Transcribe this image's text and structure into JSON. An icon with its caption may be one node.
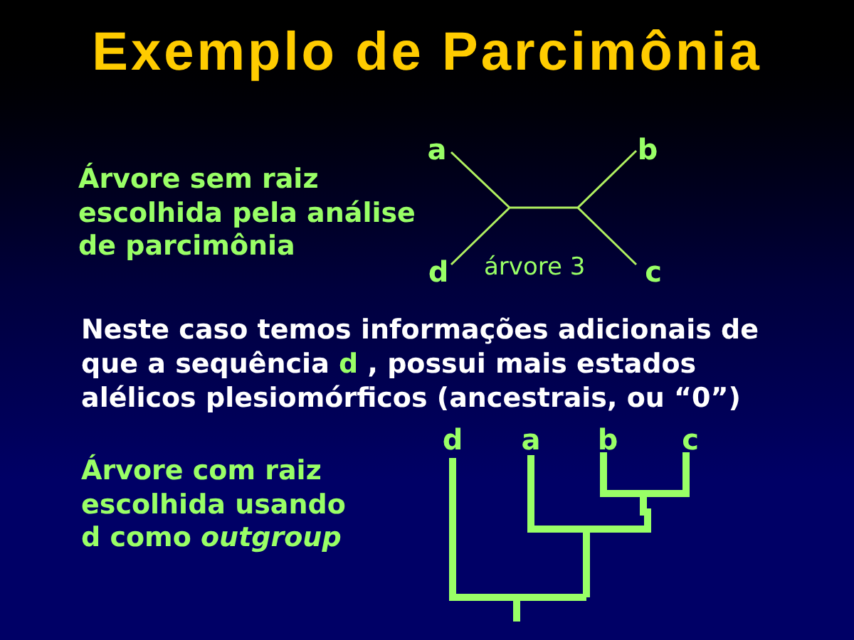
{
  "diagram": {
    "title": "Exemplo de Parcimônia",
    "labels": [
      "a",
      "b",
      "Árvore sem raiz escolhida pela análise de parcimônia",
      "d",
      "árvore 3",
      "c",
      "Neste caso temos informações adicionais de que a sequência **d** , possui mais estados alélicos plesiomórficos (ancestrais, ou “0”)",
      "d",
      "a",
      "b",
      "c",
      "Árvore com raiz escolhida usando d como *outgroup*"
    ]
  }
}
